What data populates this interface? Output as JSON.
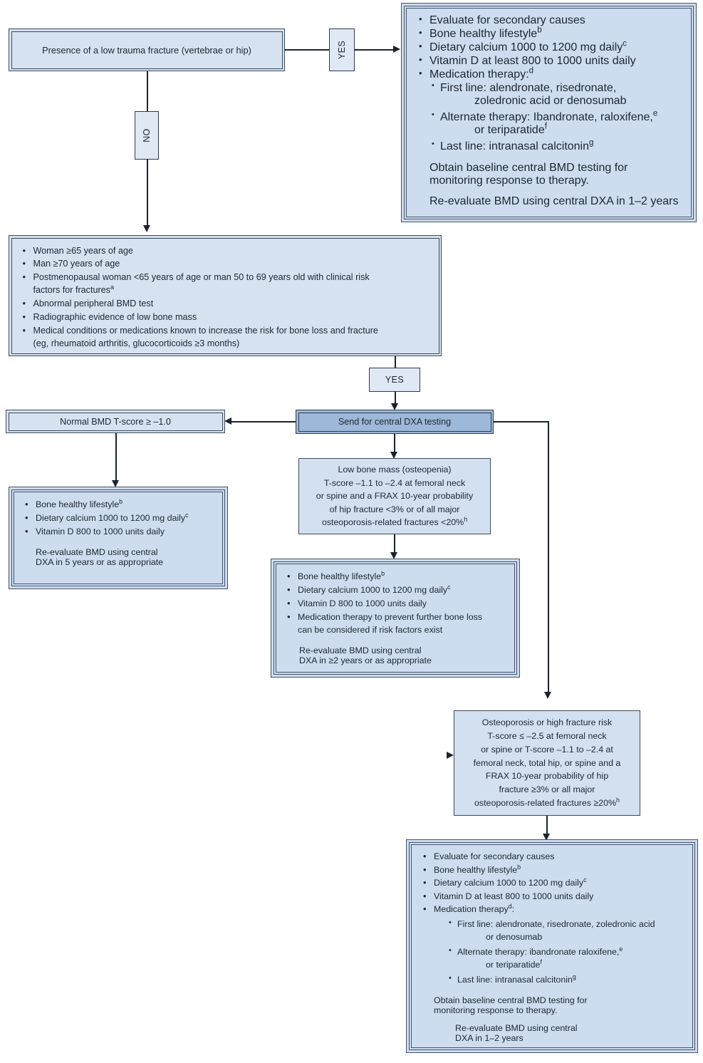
{
  "flowchart": {
    "title": "Osteoporosis screening and management algorithm",
    "colors": {
      "box_fill": "#cddcee",
      "box_fill_light": "#d6e2f0",
      "highlight_fill": "#9db8d8",
      "border": "#3c4a5c",
      "line": "#1b232e"
    },
    "nodes": {
      "start": {
        "label": "Presence of a low trauma fracture (vertebrae or hip)"
      },
      "yes_top": {
        "label": "YES"
      },
      "no_top": {
        "label": "NO"
      },
      "yes_mid": {
        "label": "YES"
      },
      "fracture_treatment": {
        "bullets": [
          "Evaluate for secondary causes",
          "Bone healthy lifestyle",
          "Dietary calcium 1000 to 1200 mg daily",
          "Vitamin D at least 800 to 1000 units daily",
          "Medication therapy:"
        ],
        "superscripts": [
          "",
          "b",
          "c",
          "",
          "d"
        ],
        "sub_items": [
          {
            "lead": "First line: alendronate, risedronate,",
            "cont": "zoledronic acid or denosumab",
            "sup": ""
          },
          {
            "lead": "Alternate therapy: Ibandronate, raloxifene,",
            "cont": "or teriparatide",
            "sup": "e",
            "cont_sup": "f"
          },
          {
            "lead": "Last line: intranasal calcitonin",
            "cont": "",
            "sup": "g"
          }
        ],
        "note1": "Obtain baseline central BMD testing for",
        "note2": "monitoring response to therapy.",
        "note3": "Re-evaluate BMD using central DXA in 1–2 years"
      },
      "risk_criteria": {
        "bullets": [
          "Woman ≥65 years of age",
          "Man ≥70 years of age",
          "Postmenopausal woman <65 years of age or man 50 to 69 years old with clinical risk",
          "Abnormal peripheral BMD test",
          "Radiographic evidence of low bone mass",
          "Medical conditions or medications known to increase the risk for bone loss and fracture"
        ],
        "line3_cont": "factors for fractures",
        "line3_sup": "a",
        "line6_cont": "(eg, rheumatoid arthritis, glucocorticoids ≥3 months)"
      },
      "dxa": {
        "label": "Send for central DXA testing"
      },
      "normal_bmd": {
        "label": "Normal BMD T-score ≥ –1.0"
      },
      "normal_treatment": {
        "bullets": [
          "Bone healthy lifestyle",
          "Dietary calcium 1000 to 1200 mg daily",
          "Vitamin D 800 to 1000 units daily"
        ],
        "superscripts": [
          "b",
          "c",
          ""
        ],
        "note1": "Re-evaluate BMD using central",
        "note2": "DXA in 5 years or as appropriate"
      },
      "osteopenia": {
        "lines": [
          "Low bone mass (osteopenia)",
          "T-score –1.1 to –2.4 at femoral neck",
          "or spine and a FRAX 10-year probability",
          "of hip fracture <3% or of all major",
          "osteoporosis-related fractures <20%"
        ],
        "last_sup": "h"
      },
      "osteopenia_treatment": {
        "bullets": [
          "Bone healthy lifestyle",
          "Dietary calcium 1000 to 1200 mg daily",
          "Vitamin D 800 to 1000 units daily",
          "Medication therapy to prevent further bone loss"
        ],
        "superscripts": [
          "b",
          "c",
          "",
          ""
        ],
        "bullet4_cont": "can be considered if risk factors exist",
        "note1": "Re-evaluate BMD using central",
        "note2": "DXA in ≥2 years or as appropriate"
      },
      "osteoporosis": {
        "lines": [
          "Osteoporosis or high fracture risk",
          "T-score ≤ –2.5 at femoral neck",
          "or spine or T-score –1.1 to –2.4 at",
          "femoral neck, total hip, or spine and a",
          "FRAX 10-year probability of hip",
          "fracture ≥3% or all major",
          "osteoporosis-related fractures ≥20%"
        ],
        "last_sup": "h"
      },
      "osteoporosis_treatment": {
        "bullets": [
          "Evaluate for secondary causes",
          "Bone healthy lifestyle",
          "Dietary calcium 1000 to 1200 mg daily",
          "Vitamin D at least 800 to 1000 units daily",
          "Medication therapy"
        ],
        "superscripts": [
          "",
          "b",
          "c",
          "",
          "d"
        ],
        "bullet5_tail": ":",
        "sub_items": [
          {
            "lead": "First line: alendronate, risedronate, zoledronic acid",
            "cont": "or denosumab",
            "sup": ""
          },
          {
            "lead": "Alternate therapy: ibandronate raloxifene,",
            "cont": "or teriparatide",
            "sup": "e",
            "cont_sup": "f"
          },
          {
            "lead": "Last line: intranasal calcitonin",
            "cont": "",
            "sup": "g"
          }
        ],
        "note1": "Obtain baseline central BMD testing for",
        "note2": "monitoring response to therapy.",
        "note3": "Re-evaluate BMD using central",
        "note4": "DXA in 1–2 years"
      }
    }
  }
}
